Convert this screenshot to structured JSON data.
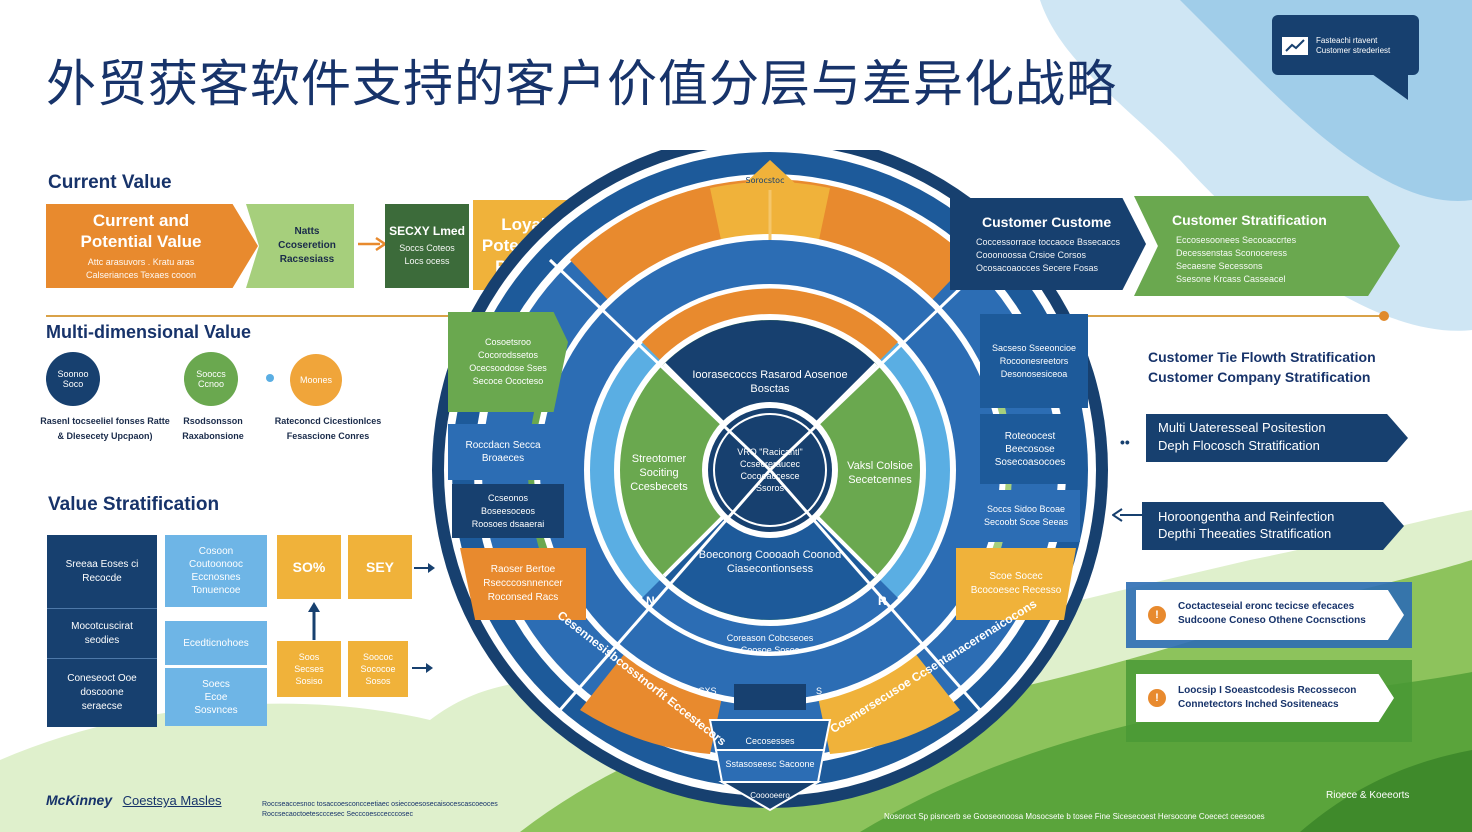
{
  "title": "外贸获客软件支持的客户价值分层与差异化战略",
  "badge": {
    "line1": "Fasteachi rtavent",
    "line2": "Customer strederiest"
  },
  "colors": {
    "navy": "#17406f",
    "blue": "#2c6db4",
    "sky": "#5aaee3",
    "green": "#6aa84f",
    "orange": "#e88a2e",
    "yellow": "#f0b23a"
  },
  "left": {
    "current_value": {
      "heading": "Current Value",
      "box_main": {
        "title": "Current and Potential Value",
        "sub": "Attc arasuvors . Kratu aras Calseriances Texaes cooon"
      },
      "box_green": "Natts Ccoseretion Racsesiass",
      "box_navy": {
        "title": "SECXY Lmed",
        "sub": "Soccs Coteos Locs ocess"
      },
      "box_yellow": "Loyalty Potentiation Potential"
    },
    "multi": {
      "heading": "Multi-dimensional Value",
      "c1": "Soonoo Soco",
      "c2": "Sooccs Ccnoo",
      "c3": "Moones",
      "cap1": "Rasenl tocseeliel fonses Ratte & Dlesecety Upcpaon)",
      "cap2": "Rsodsonsson Raxabonsione",
      "cap3": "Rateconcd Cicestionlces Fesascione Conres"
    },
    "strat": {
      "heading": "Value Stratification",
      "n1": "Sreeaa Eoses ci Recocde",
      "n2": "Mocotcuscirat seodies",
      "n3": "Coneseoct Ooe doscoone seraecse",
      "s1": "Cosoon Coutoonooc Eccnosnes Tonuencoe",
      "s2": "Ecedticnohoes",
      "s3": "Soecs Ecoe Sosvnces",
      "y1": "SO%",
      "y2": "SEY",
      "y3": "Soos Secses Sosiso",
      "y4": "Soococ Sococoe Sosos"
    }
  },
  "wheel": {
    "top_arrow": "Sorocstoc",
    "core": "VRO \"Racicantl\" Ccsecreraucec Cocoeaccesce Ssoros",
    "ring_top": "Ioorasecoccs Rasarod Aosenoe Bosctas",
    "ring_bottom": "Boeconorg Coooaoh Coonod Ciasecontionsess",
    "left": "Streotomer Sociting Ccesbecets",
    "right": "Vaksl Colsioe Secetcennes",
    "bottom": "Coreason Cobcseoes Coosoe Sosoc",
    "outer_left_top": "Cosoetsroo Cocorodssetos Ocecsoodose Sses Secoce Ococteso",
    "outer_left_mid1": "Roccdacn Secca Broaeces",
    "outer_left_mid2": "Ccseonos Boseesoceos Roosoes dsaaerai",
    "outer_left_low": "Raoser Bertoe Rsecccosnnencer Roconsed Racs",
    "outer_right_top": "Sacseso Sseeoncioe Rocoonesreetors Desonosesiceoa",
    "outer_right_mid1": "Roteoocest Beecosose Sosecoasocoes",
    "outer_right_mid2": "Soccs Sidoo Bcoae Secoobt Scoe Seeas",
    "outer_right_low": "Scoe Socec Bcocoesec Recesso",
    "arc_left": "Cesennesisbcosstnorfit Eccestecors",
    "arc_right": "Cosmersecusoe Ccsentanacerenaicocons",
    "base1": "Cecosesses",
    "base2": "Sstasoseesc Sacoone",
    "base3": "Cooooeero",
    "base_side_l": "CXS",
    "base_side_r": "S",
    "mid_left_mark": "N",
    "mid_right_mark": "R"
  },
  "right": {
    "flow1": {
      "title": "Customer Custome",
      "b1": "Coccessorrace toccaoce Bssecaccs",
      "b2": "Cooonoossa Crsioe Corsos",
      "b3": "Ocosacoaocces Secere Fosas"
    },
    "flow2": {
      "title": "Customer Stratification",
      "b1": "Eccosesoonees Secocaccrtes",
      "b2": "Decessenstas Sconoceress",
      "b3": "Secaesne Secessons",
      "b4": "Ssesone Krcass Casseacel"
    },
    "heading1": "Customer Tie Flowth Stratification",
    "heading2": "Customer Company Stratification",
    "p1": {
      "l1": "Multi Uateresseal Positestion",
      "l2": "Deph Flocosch Stratification"
    },
    "p2": {
      "l1": "Horoongentha and Reinfection",
      "l2": "Depthi Theeaties Stratification"
    },
    "callout1": {
      "l1": "Coctacteseial eronc tecicse efecaces",
      "l2": "Sudcoone Coneso Othene Cocnsctions"
    },
    "callout2": {
      "l1": "Loocsip I Soeastcodesis Recossecon",
      "l2": "Connetectors Inched Sositeneacs"
    }
  },
  "footer": {
    "brand": "McKinney",
    "brand2": "Coestsya Masles",
    "fine": "Roccseaccesnoc tosaccoesconcceetiaec osieccoesosecaisocescascoeoces",
    "fine2": "Roccsecaoctoetescccesec Secccoesccecccosec",
    "right_note": "Rioece & Koeeorts",
    "bottom_note": "Nosoroct Sp pisncerb se Gooseonoosa Mosocsete b tosee Fine Sicesecoest Hersocone Coecect ceesooes"
  }
}
